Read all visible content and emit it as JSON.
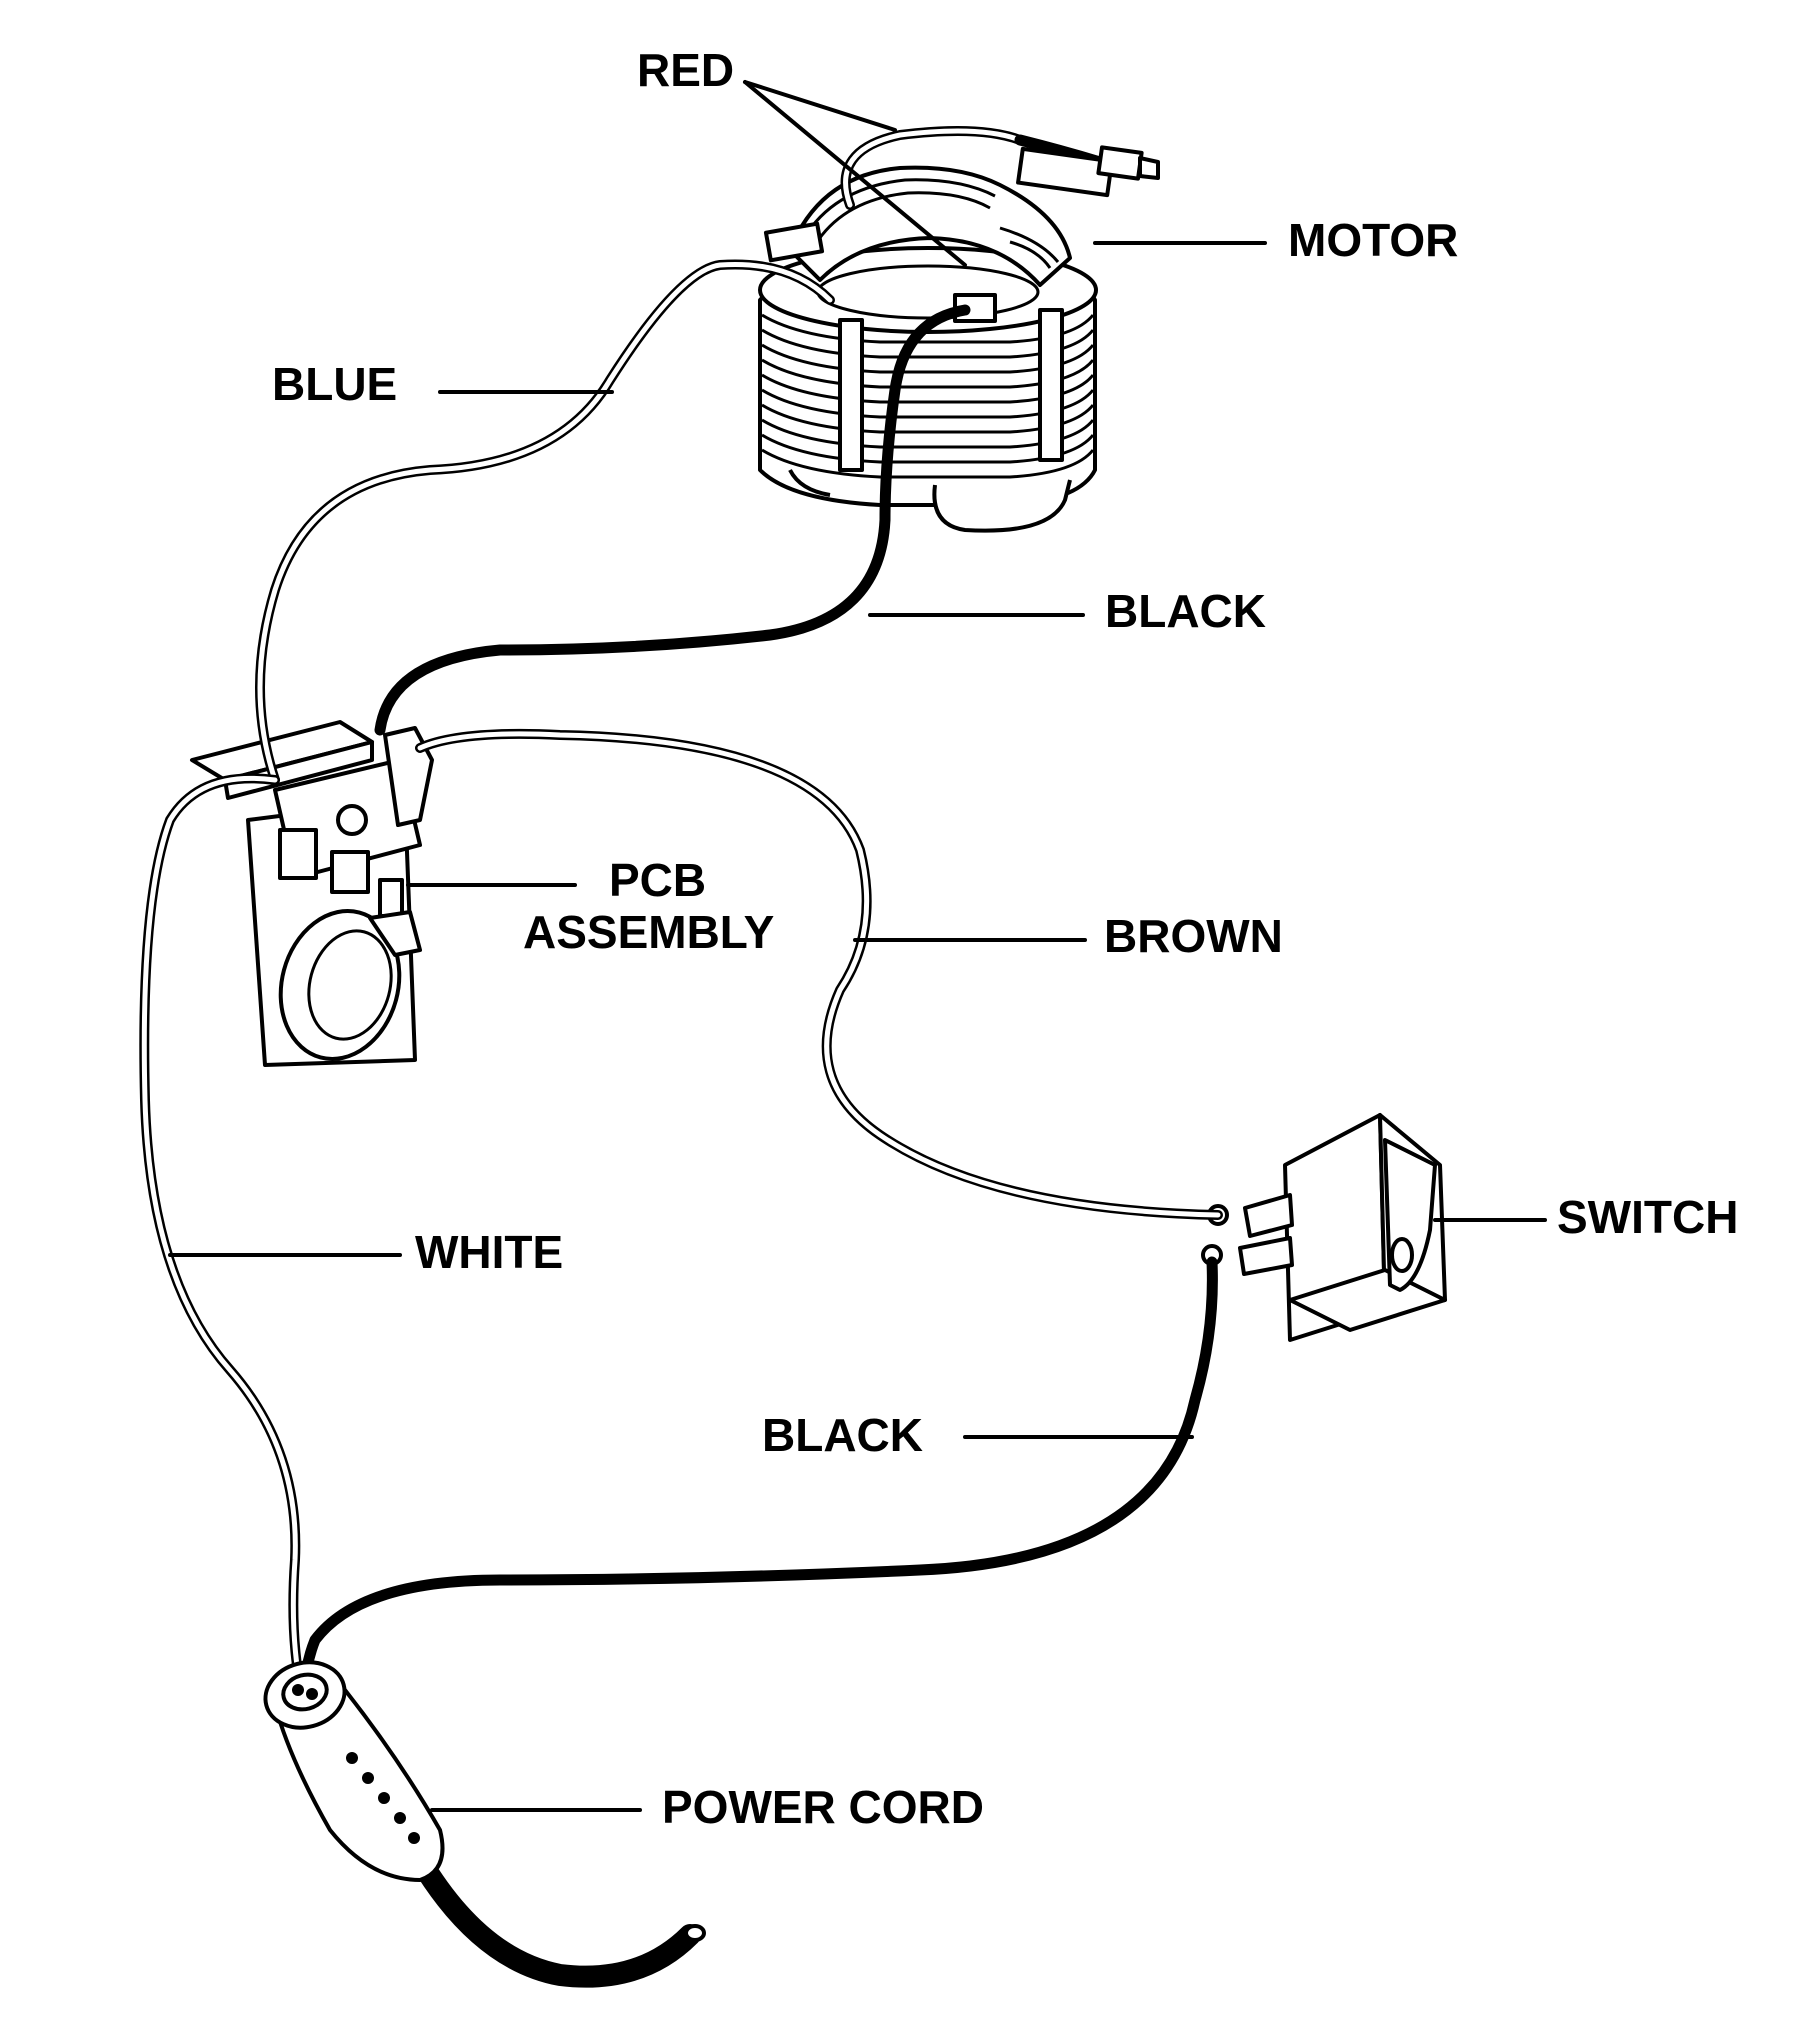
{
  "labels": {
    "red": "RED",
    "motor": "MOTOR",
    "blue": "BLUE",
    "black_top": "BLACK",
    "pcb_line1": "PCB",
    "pcb_line2": "ASSEMBLY",
    "brown": "BROWN",
    "switch": "SWITCH",
    "white": "WHITE",
    "black_bottom": "BLACK",
    "power_cord": "POWER CORD"
  },
  "colors": {
    "ink": "#000000",
    "paper": "#ffffff"
  }
}
